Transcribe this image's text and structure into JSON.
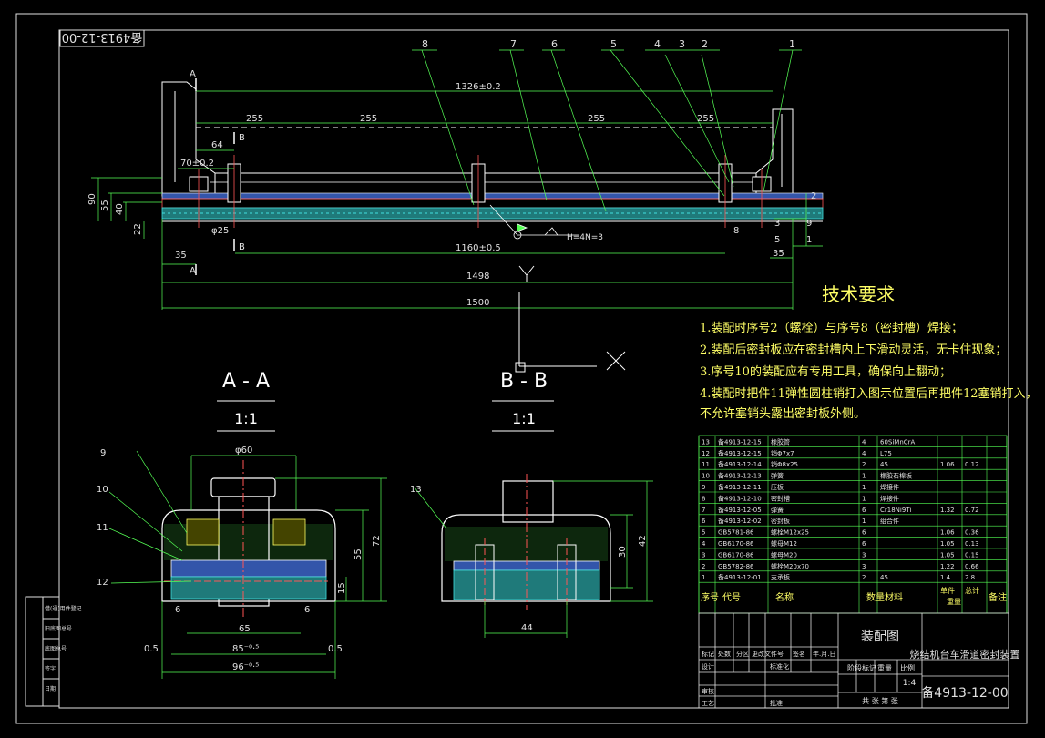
{
  "drawing_no": "备4913-12-00",
  "drawing_no_rotated": "备4913-12-00",
  "section_aa": {
    "title": "A - A",
    "scale": "1:1"
  },
  "section_bb": {
    "title": "B - B",
    "scale": "1:1"
  },
  "tech_req": {
    "title": "技术要求",
    "lines": [
      "1.装配时序号2（螺栓）与序号8（密封槽）焊接；",
      "2.装配后密封板应在密封槽内上下滑动灵活，无卡住现象；",
      "3.序号10的装配应有专用工具，确保向上翻动；",
      "4.装配时把件11弹性圆柱销打入图示位置后再把件12塞销打入，",
      "  不允许塞销头露出密封板外侧。"
    ]
  },
  "main_dims": {
    "d1326": "1326±0.2",
    "d255a": "255",
    "d255b": "255",
    "d255c": "255",
    "d255d": "255",
    "d64": "64",
    "d70": "70±0.2",
    "d90": "90",
    "d55": "55",
    "d40": "40",
    "d22": "22",
    "d25": "φ25",
    "d35a": "35",
    "d1160": "1160±0.5",
    "d1498": "1498",
    "d1500": "1500",
    "d2": "2",
    "d3": "3",
    "d9": "9",
    "d5": "5",
    "d1": "1",
    "d35b": "35",
    "d8": "8",
    "h3": "H=4N=3",
    "A": "A",
    "B": "B"
  },
  "balloons": [
    "8",
    "7",
    "6",
    "5",
    "4",
    "3",
    "2",
    "1"
  ],
  "aa_dims": {
    "phi60": "φ60",
    "d55": "55",
    "d72": "72",
    "d15": "15",
    "d65": "65",
    "d85": "85⁻⁰·⁵",
    "d96": "96⁻⁰·⁵",
    "d05a": "0.5",
    "d05b": "0.5",
    "d6a": "6",
    "d6b": "6",
    "b9": "9",
    "b10": "10",
    "b11": "11",
    "b12": "12"
  },
  "bb_dims": {
    "d30": "30",
    "d42": "42",
    "d44": "44",
    "b13": "13"
  },
  "bom": [
    {
      "no": "13",
      "code": "备4913-12-15",
      "name": "橡胶管",
      "qty": "4",
      "mat": "60SiMnCrA",
      "unit": "",
      "total": ""
    },
    {
      "no": "12",
      "code": "备4913-12-15",
      "name": "销Φ7x7",
      "qty": "4",
      "mat": "L75",
      "unit": "",
      "total": ""
    },
    {
      "no": "11",
      "code": "备4913-12-14",
      "name": "销Φ8x25",
      "qty": "2",
      "mat": "45",
      "unit": "1.06",
      "total": "0.12"
    },
    {
      "no": "10",
      "code": "备4913-12-13",
      "name": "弹簧",
      "qty": "1",
      "mat": "橡胶石棉板",
      "unit": "",
      "total": ""
    },
    {
      "no": "9",
      "code": "备4913-12-11",
      "name": "压板",
      "qty": "1",
      "mat": "焊接件",
      "unit": "",
      "total": ""
    },
    {
      "no": "8",
      "code": "备4913-12-10",
      "name": "密封槽",
      "qty": "1",
      "mat": "焊接件",
      "unit": "",
      "total": ""
    },
    {
      "no": "7",
      "code": "备4913-12-05",
      "name": "弹簧",
      "qty": "6",
      "mat": "Cr18Ni9Ti",
      "unit": "1.32",
      "total": "0.72"
    },
    {
      "no": "6",
      "code": "备4913-12-02",
      "name": "密封板",
      "qty": "1",
      "mat": "组合件",
      "unit": "",
      "total": ""
    },
    {
      "no": "5",
      "code": "GB5781-86",
      "name": "螺栓M12x25",
      "qty": "6",
      "mat": "",
      "unit": "1.06",
      "total": "0.36"
    },
    {
      "no": "4",
      "code": "GB6170-86",
      "name": "螺母M12",
      "qty": "6",
      "mat": "",
      "unit": "1.05",
      "total": "0.13"
    },
    {
      "no": "3",
      "code": "GB6170-86",
      "name": "螺母M20",
      "qty": "3",
      "mat": "",
      "unit": "1.05",
      "total": "0.15"
    },
    {
      "no": "2",
      "code": "GB5782-86",
      "name": "螺栓M20x70",
      "qty": "3",
      "mat": "",
      "unit": "1.22",
      "total": "0.66"
    },
    {
      "no": "1",
      "code": "备4913-12-01",
      "name": "支承板",
      "qty": "2",
      "mat": "45",
      "unit": "1.4",
      "total": "2.8"
    }
  ],
  "bom_header": {
    "no": "序号",
    "code": "代号",
    "name": "名称",
    "qty": "数量",
    "mat": "材料",
    "unit": "单件",
    "total": "总计",
    "weight": "重量",
    "remark": "备注"
  },
  "title_block": {
    "drawing_name": "装配图",
    "product": "烧结机台车滑道密封装置",
    "number": "备4913-12-00",
    "scale": "1:4",
    "labels": [
      "标记",
      "处数",
      "分区",
      "更改文件号",
      "签名",
      "年.月.日"
    ],
    "design": "设计",
    "std": "标准化",
    "review": "审核",
    "process": "工艺",
    "approve": "批准",
    "stage": "阶段标记",
    "weight": "重量",
    "ratio": "比例",
    "sheets": "共   张   第   张"
  },
  "left_strip": [
    "借(通)用件登记",
    "旧底图总号",
    "底图总号",
    "签字",
    "日期"
  ]
}
